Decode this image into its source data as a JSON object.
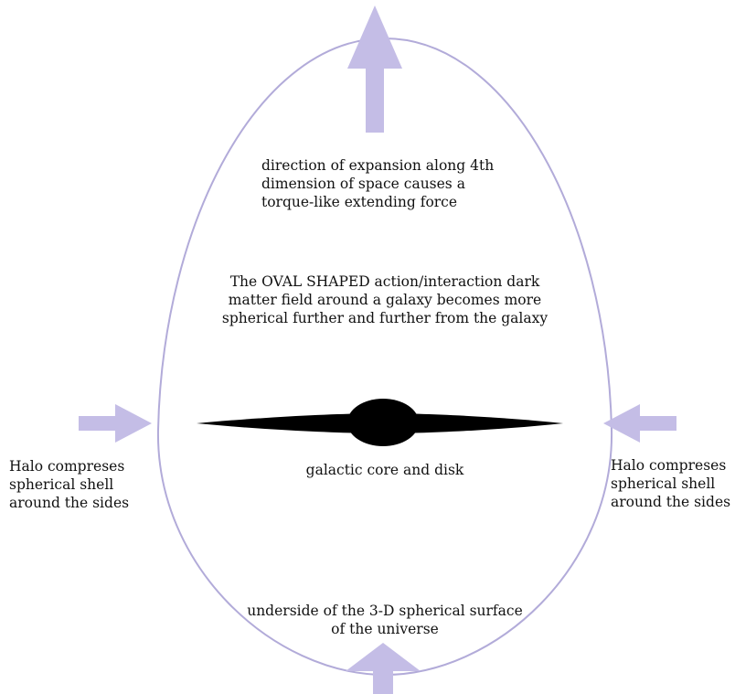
{
  "colors": {
    "arrow": "#c4bde6",
    "oval_stroke": "#b2abd9",
    "galaxy": "#000000",
    "text": "#111111"
  },
  "labels": {
    "expansion": [
      "direction of expansion along 4th",
      "dimension of space causes a",
      "torque-like extending force"
    ],
    "oval_field": [
      "The OVAL SHAPED action/interaction dark",
      "matter field around a galaxy becomes more",
      "spherical further and further from the galaxy"
    ],
    "galaxy": "galactic core and disk",
    "halo_left": [
      "Halo compreses",
      "spherical shell",
      "around the sides"
    ],
    "halo_right": [
      "Halo compreses",
      "spherical shell",
      "around the sides"
    ],
    "underside": [
      "underside of the 3-D spherical surface",
      "of the universe"
    ]
  }
}
